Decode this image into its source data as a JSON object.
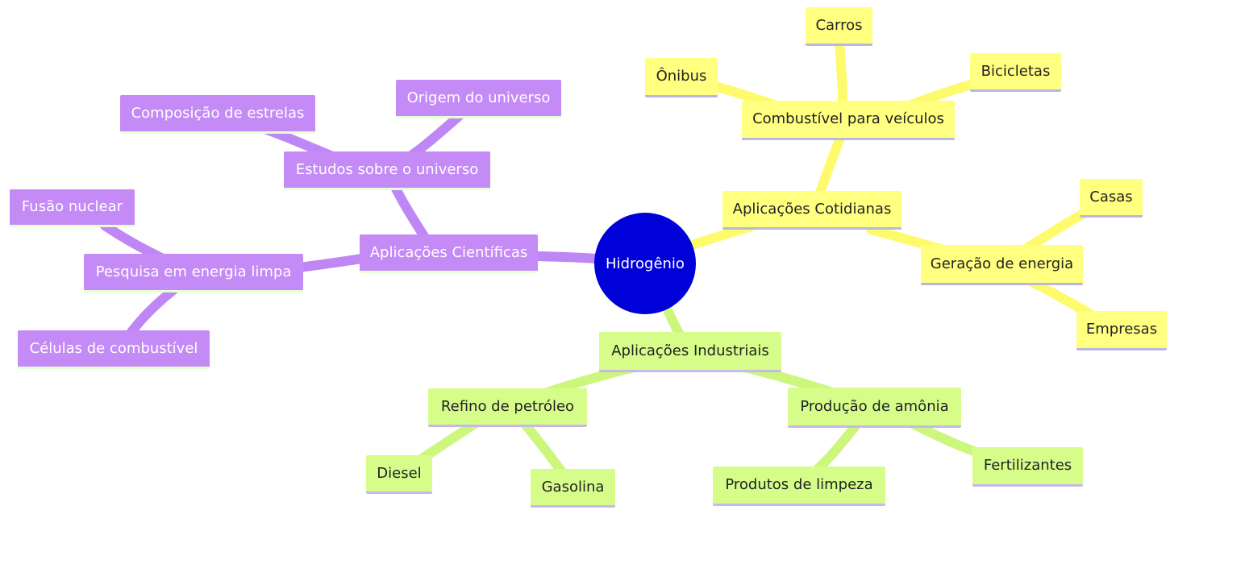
{
  "root": {
    "label": "Hidrogênio",
    "color": "#0000d9"
  },
  "colors": {
    "cientificas": "#c48af6",
    "cotidianas": "#ffff80",
    "industriais": "#d6fd8a"
  },
  "cientificas": {
    "label": "Aplicações Científicas",
    "universo": {
      "label": "Estudos sobre o universo",
      "children": [
        "Composição de estrelas",
        "Origem do universo"
      ]
    },
    "energia": {
      "label": "Pesquisa em energia limpa",
      "children": [
        "Fusão nuclear",
        "Células de combustível"
      ]
    }
  },
  "cotidianas": {
    "label": "Aplicações Cotidianas",
    "veiculos": {
      "label": "Combustível para veículos",
      "children": [
        "Carros",
        "Ônibus",
        "Bicicletas"
      ]
    },
    "geracao": {
      "label": "Geração de energia",
      "children": [
        "Casas",
        "Empresas"
      ]
    }
  },
  "industriais": {
    "label": "Aplicações Industriais",
    "refino": {
      "label": "Refino de petróleo",
      "children": [
        "Diesel",
        "Gasolina"
      ]
    },
    "amonia": {
      "label": "Produção de amônia",
      "children": [
        "Produtos de limpeza",
        "Fertilizantes"
      ]
    }
  }
}
